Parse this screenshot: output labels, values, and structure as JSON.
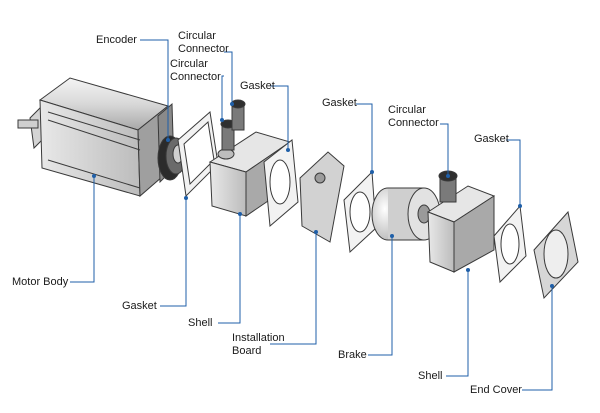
{
  "labels": {
    "encoder": "Encoder",
    "circular_connector_1": "Circular\nConnector",
    "circular_connector_2": "Circular\nConnector",
    "circular_connector_3": "Circular\nConnector",
    "gasket_1": "Gasket",
    "gasket_2": "Gasket",
    "gasket_3": "Gasket",
    "gasket_4": "Gasket",
    "motor_body": "Motor Body",
    "shell_1": "Shell",
    "shell_2": "Shell",
    "installation_board": "Installation\nBoard",
    "brake": "Brake",
    "end_cover": "End Cover"
  },
  "colors": {
    "leader": "#1f5fa8",
    "outline": "#3a3a3a",
    "body_light": "#eeeeee",
    "body_mid": "#cfcfcf",
    "body_dark": "#9a9a9a"
  }
}
